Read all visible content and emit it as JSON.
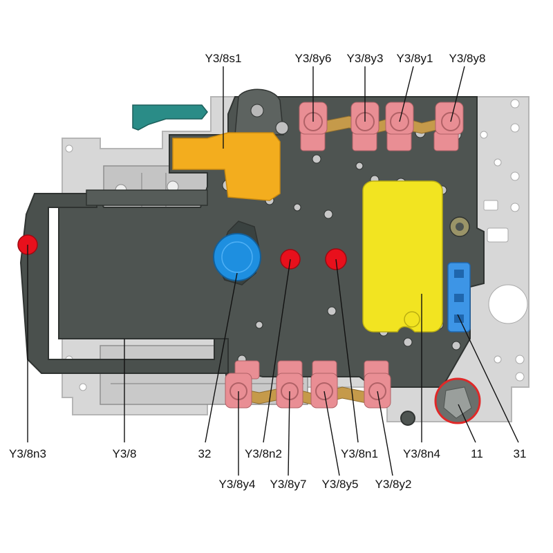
{
  "colors": {
    "plate": "#d7d7d7",
    "plate_edge": "#b5b5b5",
    "body": "#4e5451",
    "body_edge": "#2f3331",
    "valve_body": "#c4c4c4",
    "solenoid": "#e98e94",
    "bracket": "#c59a4a",
    "sensor_orange": "#f3ad1e",
    "sensor_red": "#e8101c",
    "sensor_blue": "#1e8fe0",
    "board_yellow": "#f2e421",
    "connector_blue": "#3d95e6",
    "ring_red": "#e02828",
    "teal": "#2a8c87",
    "label": "#111111"
  },
  "labels": {
    "y3_8s1": "Y3/8s1",
    "y3_8y6": "Y3/8y6",
    "y3_8y3": "Y3/8y3",
    "y3_8y1": "Y3/8y1",
    "y3_8y8": "Y3/8y8",
    "y3_8n3": "Y3/8n3",
    "y3_8": "Y3/8",
    "n32": "32",
    "y3_8n2": "Y3/8n2",
    "y3_8n1": "Y3/8n1",
    "y3_8n4": "Y3/8n4",
    "n11": "11",
    "n31": "31",
    "y3_8y4": "Y3/8y4",
    "y3_8y7": "Y3/8y7",
    "y3_8y5": "Y3/8y5",
    "y3_8y2": "Y3/8y2"
  }
}
